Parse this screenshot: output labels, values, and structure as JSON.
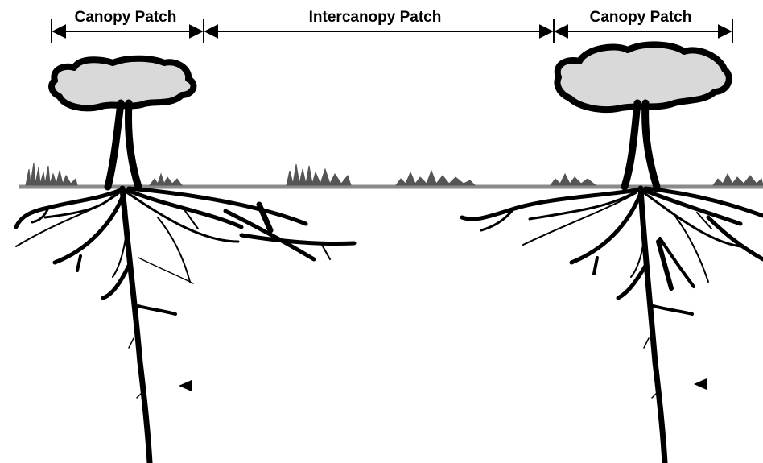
{
  "labels": {
    "canopy_left": "Canopy Patch",
    "intercanopy": "Intercanopy Patch",
    "canopy_right": "Canopy Patch"
  },
  "colors": {
    "ink": "#000000",
    "crown_fill": "#d9d9d9",
    "ground": "#8a8a8a",
    "grass": "#555555"
  },
  "icons": [
    "tree-crown",
    "tree-trunk",
    "root-system",
    "grass-tuft",
    "arrowhead-marker"
  ]
}
